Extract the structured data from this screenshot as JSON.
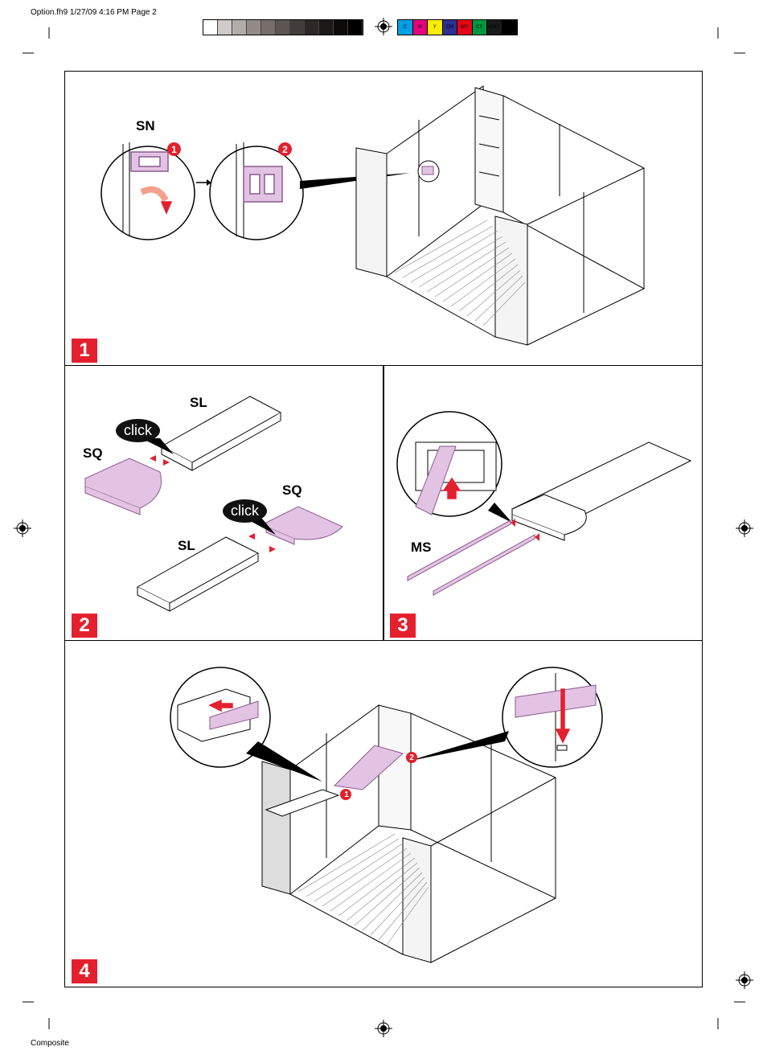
{
  "header": {
    "slug": "Option.fh9 1/27/09 4:16 PM Page 2"
  },
  "footer": {
    "slug": "Composite"
  },
  "registration": {
    "gray_swatches": [
      "#ffffff",
      "#d0cac8",
      "#b2aca8",
      "#938b88",
      "#766e6b",
      "#5c5552",
      "#423c3a",
      "#2d2826",
      "#1d1918",
      "#0d0b0a",
      "#000000"
    ],
    "color_swatches": [
      {
        "label": "C",
        "color": "#00a0e3"
      },
      {
        "label": "M",
        "color": "#e4007f"
      },
      {
        "label": "Y",
        "color": "#ffed00"
      },
      {
        "label": "CM",
        "color": "#2e3192"
      },
      {
        "label": "MY",
        "color": "#e30613"
      },
      {
        "label": "CY",
        "color": "#009640"
      },
      {
        "label": "CMY",
        "color": "#1a1a1a"
      },
      {
        "label": "K",
        "color": "#000000"
      }
    ]
  },
  "steps": {
    "step1": {
      "number": "1",
      "label_sn": "SN",
      "callout_1": "1",
      "callout_2": "2"
    },
    "step2": {
      "number": "2",
      "label_sl_top": "SL",
      "label_sq_left": "SQ",
      "label_sq_right": "SQ",
      "label_sl_bottom": "SL",
      "click_1": "click",
      "click_2": "click"
    },
    "step3": {
      "number": "3",
      "label_ms": "MS"
    },
    "step4": {
      "number": "4",
      "callout_1": "1",
      "callout_2": "2"
    }
  },
  "colors": {
    "accent": "#e4202e",
    "part": "#e2c3e4",
    "part_stroke": "#8c5a8c"
  }
}
